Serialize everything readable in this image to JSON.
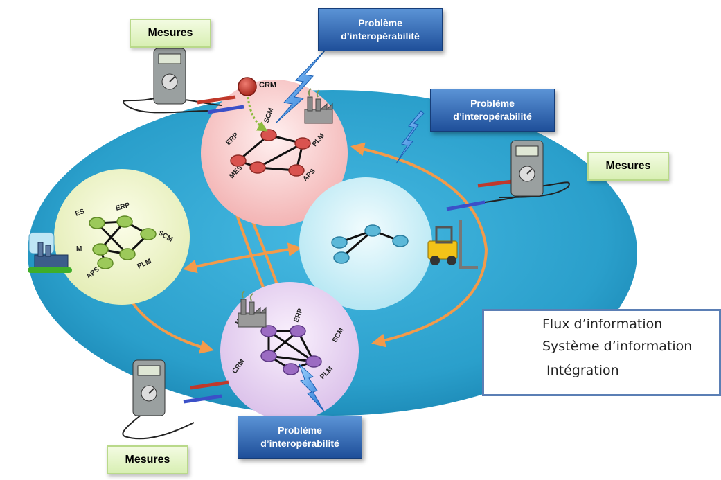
{
  "labels": {
    "mesures_top_left": "Mesures",
    "mesures_right": "Mesures",
    "mesures_bottom_left": "Mesures",
    "probleme_top": [
      "Problème",
      "d’interopérabilité"
    ],
    "probleme_right": [
      "Problème",
      "d’interopérabilité"
    ],
    "probleme_bottom": [
      "Problème",
      "d’interopérabilité"
    ],
    "crm_standalone": "CRM"
  },
  "nodes": {
    "top": [
      "ERP",
      "SCM",
      "PLM",
      "APS",
      "MES"
    ],
    "left": [
      "ES",
      "ERP",
      "SCM",
      "M",
      "PLM",
      "APS"
    ],
    "bottom": [
      "MES",
      "ERP",
      "SCM",
      "CRM",
      "PLM"
    ]
  },
  "legend": {
    "flux": "Flux d’information",
    "systeme": "Système d’information",
    "integration": "Intégration"
  },
  "colors": {
    "ellipse": "#2aa7d2",
    "arrow": "#f39a4a",
    "info_system": "#c0392b",
    "integration": "#8dbb3f",
    "problem_box": "#2a63b8"
  }
}
